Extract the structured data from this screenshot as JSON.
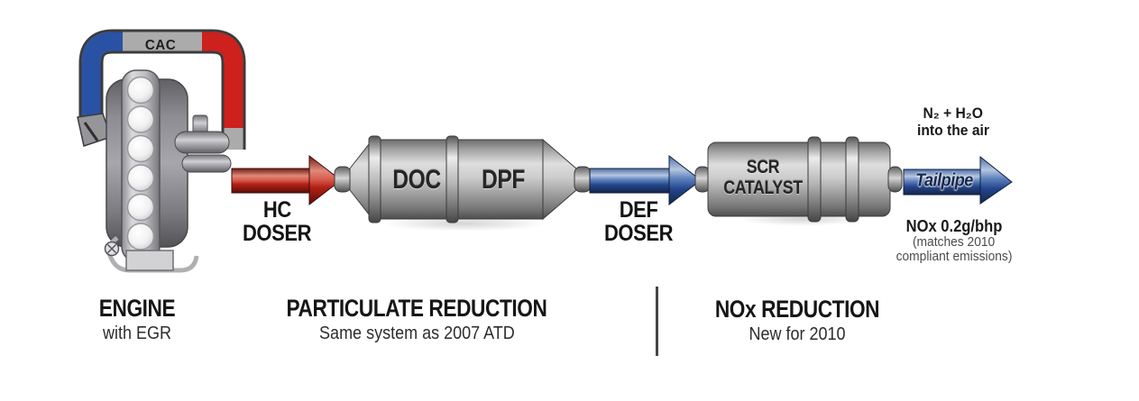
{
  "engine": {
    "cac_label": "CAC",
    "caption_title": "ENGINE",
    "caption_subtitle": "with EGR"
  },
  "hc_doser": {
    "line1": "HC",
    "line2": "DOSER"
  },
  "doc_dpf_canister": {
    "doc_label": "DOC",
    "dpf_label": "DPF"
  },
  "def_doser": {
    "line1": "DEF",
    "line2": "DOSER"
  },
  "scr_canister": {
    "line1": "SCR",
    "line2": "CATALYST"
  },
  "tailpipe": {
    "label": "Tailpipe"
  },
  "exhaust_output": {
    "line1": "N₂ + H₂O",
    "line2": "into the air"
  },
  "nox_note": {
    "line1": "NOx 0.2g/bhp",
    "line2": "(matches 2010",
    "line3": "compliant emissions)"
  },
  "sections": {
    "particulate": {
      "title": "PARTICULATE REDUCTION",
      "subtitle": "Same system as 2007 ATD"
    },
    "nox": {
      "title": "NOx REDUCTION",
      "subtitle": "New for 2010"
    }
  },
  "colors": {
    "hot_red": "#ce201c",
    "cool_blue": "#2a52a4",
    "metal_gray": "#ababab",
    "text_dark": "#1c1c1c"
  }
}
